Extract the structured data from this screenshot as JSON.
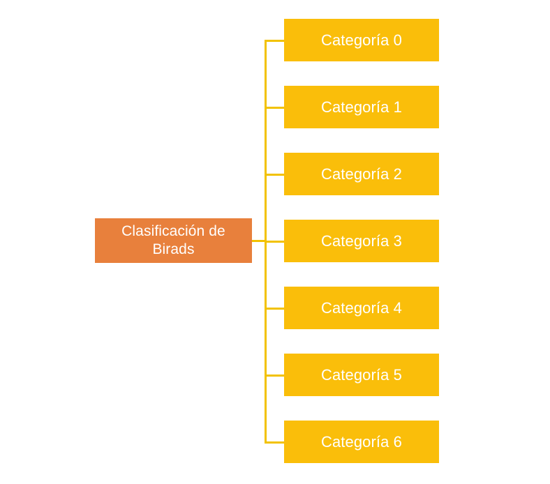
{
  "diagram": {
    "type": "tree",
    "orientation": "horizontal-right",
    "background_color": "#ffffff",
    "root": {
      "label": "Clasificación de Birads",
      "fill_color": "#e8803c",
      "text_color": "#ffffff"
    },
    "connector": {
      "color": "#f2c200",
      "style": "orthogonal-trunk"
    },
    "children": [
      {
        "label": "Categoría 0",
        "fill_color": "#fabe0a",
        "text_color": "#ffffff"
      },
      {
        "label": "Categoría 1",
        "fill_color": "#fabe0a",
        "text_color": "#ffffff"
      },
      {
        "label": "Categoría 2",
        "fill_color": "#fabe0a",
        "text_color": "#ffffff"
      },
      {
        "label": "Categoría 3",
        "fill_color": "#fabe0a",
        "text_color": "#ffffff"
      },
      {
        "label": "Categoría 4",
        "fill_color": "#fabe0a",
        "text_color": "#ffffff"
      },
      {
        "label": "Categoría 5",
        "fill_color": "#fabe0a",
        "text_color": "#ffffff"
      },
      {
        "label": "Categoría 6",
        "fill_color": "#fabe0a",
        "text_color": "#ffffff"
      }
    ]
  }
}
